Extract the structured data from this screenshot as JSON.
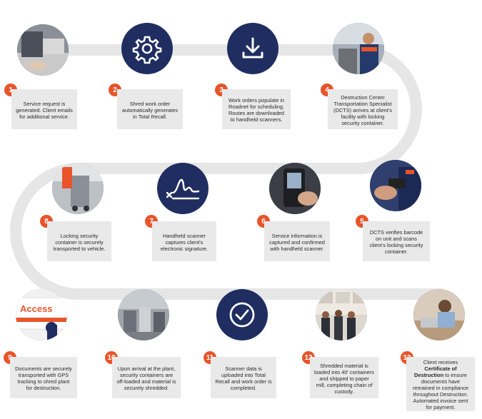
{
  "steps": [
    {
      "num": "1",
      "text": "Service request is generated. Client emails for additional service.",
      "kind": "photo",
      "icon": "person-at-laptop-photo"
    },
    {
      "num": "2",
      "text": "Shred work order automatically generates in Total Recall.",
      "kind": "icon",
      "icon": "gear-icon"
    },
    {
      "num": "3",
      "text": "Work orders populate in Roadnet for scheduling. Routes are downloaded to handheld scanners.",
      "kind": "icon",
      "icon": "download-icon"
    },
    {
      "num": "4",
      "text": "Destruction Center Transportation Specialist (DCTS) arrives at client's facility with locking security container.",
      "kind": "photo",
      "icon": "driver-with-container-photo"
    },
    {
      "num": "5",
      "text": "DCTS verifies barcode on unit and scans client's locking security container.",
      "kind": "photo",
      "icon": "scanning-barcode-photo"
    },
    {
      "num": "6",
      "text": "Service information is captured and confirmed with handheld scanner.",
      "kind": "photo",
      "icon": "handheld-scanner-photo"
    },
    {
      "num": "7",
      "text": "Handheld scanner captures client's electronic signature.",
      "kind": "icon",
      "icon": "signature-icon"
    },
    {
      "num": "8",
      "text": "Locking security container is securely transported to vehicle.",
      "kind": "photo",
      "icon": "container-dolly-photo"
    },
    {
      "num": "9",
      "text": "Documents are securely transported with GPS tracking to shred plant for destruction.",
      "kind": "photo",
      "icon": "access-truck-photo",
      "photo_label": "Access"
    },
    {
      "num": "10",
      "text": "Upon arrival at the plant, security containers are off-loaded and material is securely shredded.",
      "kind": "photo",
      "icon": "plant-offload-photo"
    },
    {
      "num": "11",
      "text": "Scanner data is uploaded into Total Recall and work order is completed.",
      "kind": "icon",
      "icon": "checkmark-icon"
    },
    {
      "num": "12",
      "text": "Shredded material is loaded into 40' containers and shipped to paper mill, completing chain of custody.",
      "kind": "photo",
      "icon": "paper-bales-team-photo"
    },
    {
      "num": "13",
      "text_before": "Client receives ",
      "text_bold": "Certificate of Destruction",
      "text_after": " to ensure documents have remained in compliance throughout Destruction. Automated invoice sent for payment.",
      "kind": "photo",
      "icon": "woman-at-laptop-photo"
    }
  ],
  "colors": {
    "track": "#e6e6e6",
    "navy": "#1f2d61",
    "badge": "#e8542a",
    "card": "#e9e9e9"
  }
}
